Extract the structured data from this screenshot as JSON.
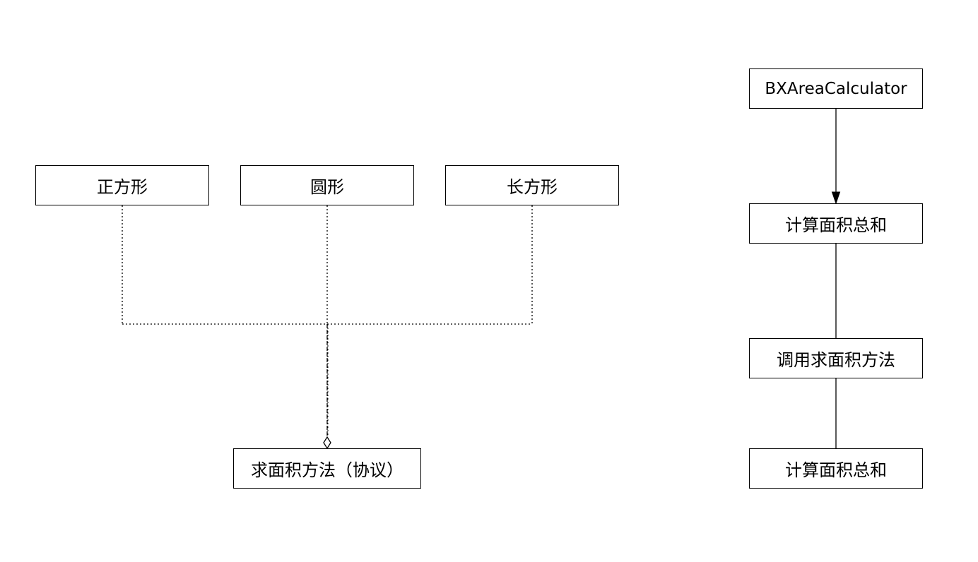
{
  "diagram": {
    "left": {
      "shapes": [
        {
          "id": "square",
          "label": "正方形"
        },
        {
          "id": "circle",
          "label": "圆形"
        },
        {
          "id": "rectangle",
          "label": "长方形"
        }
      ],
      "protocol": {
        "label": "求面积方法（协议）"
      }
    },
    "right": {
      "calculator": {
        "label": "BXAreaCalculator"
      },
      "step1": {
        "label": "计算面积总和"
      },
      "step2": {
        "label": "调用求面积方法"
      },
      "step3": {
        "label": "计算面积总和"
      }
    }
  }
}
